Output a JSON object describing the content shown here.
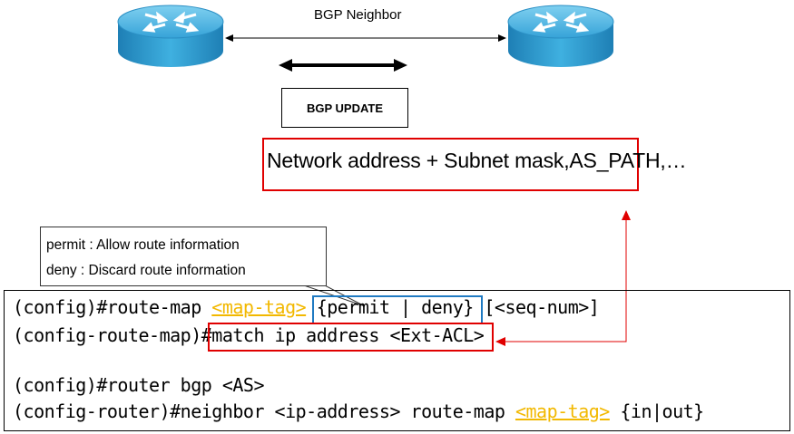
{
  "neighbor_label": "BGP Neighbor",
  "update_label": "BGP UPDATE",
  "update_fields": "Network address + Subnet mask,AS_PATH,…",
  "callout": {
    "line1": "permit : Allow route information",
    "line2": "deny : Discard route information"
  },
  "config": {
    "line1": {
      "prefix": "(config)#route-map ",
      "tag": "<map-tag>",
      "mid": " ",
      "choice": "{permit | deny}",
      "suffix": " [<seq-num>]"
    },
    "line2": {
      "prefix": "(config-route-map)#",
      "command": "match ip address <Ext-ACL>"
    },
    "line3": {
      "text": "(config)#router bgp <AS>"
    },
    "line4": {
      "prefix": "(config-router)#neighbor <ip-address> route-map ",
      "tag": "<map-tag>",
      "suffix": " {in|out}"
    }
  },
  "colors": {
    "router": "#3aa6d6",
    "highlight_red": "#e00000",
    "highlight_blue": "#1f7ac2",
    "map_tag": "#f2b800"
  }
}
